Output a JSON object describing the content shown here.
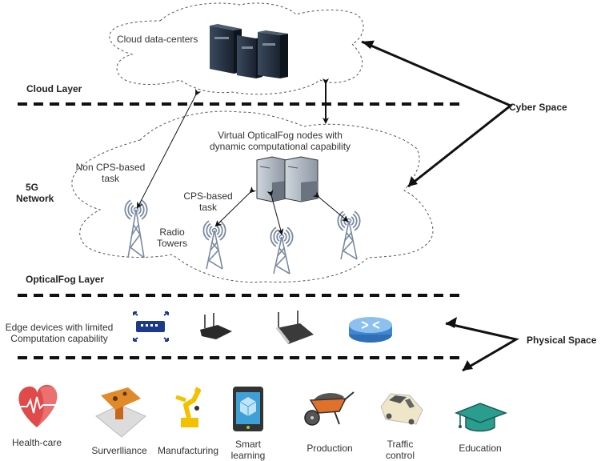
{
  "layers": {
    "cloud_layer": "Cloud Layer",
    "network_5g_line1": "5G",
    "network_5g_line2": "Network",
    "opticalfog_layer": "OpticalFog  Layer"
  },
  "spaces": {
    "cyber": "Cyber Space",
    "physical": "Physical Space"
  },
  "labels": {
    "cloud_datacenters": "Cloud data-centers",
    "virtual_nodes_line1": "Virtual OpticalFog  nodes with",
    "virtual_nodes_line2": "dynamic computational capability",
    "non_cps_line1": "Non CPS-based",
    "non_cps_line2": "task",
    "cps_line1": "CPS-based",
    "cps_line2": "task",
    "radio_line1": "Radio",
    "radio_line2": "Towers",
    "edge_line1": "Edge devices with limited",
    "edge_line2": "Computation capability"
  },
  "applications": [
    {
      "line1": "Health-care",
      "line2": "",
      "icon": "heart-pulse-icon"
    },
    {
      "line1": "Surverlliance",
      "line2": "",
      "icon": "surveillance-camera-icon"
    },
    {
      "line1": "Manufacturing",
      "line2": "",
      "icon": "robot-arm-icon"
    },
    {
      "line1": "Smart",
      "line2": "learning",
      "icon": "tablet-icon"
    },
    {
      "line1": "Production",
      "line2": "",
      "icon": "wheelbarrow-icon"
    },
    {
      "line1": "Traffic",
      "line2": "control",
      "icon": "car-icon"
    },
    {
      "line1": "Education",
      "line2": "",
      "icon": "graduation-cap-icon"
    }
  ],
  "edge_devices": [
    "network-switch-icon",
    "wireless-router-icon",
    "access-point-icon",
    "router-icon"
  ],
  "colors": {
    "line": "#111111",
    "cloud_outline": "#555555",
    "tower": "#7a8aa0",
    "switch": "#1d3a8a",
    "router_blue": "#4a90d9",
    "heart": "#e04a4a",
    "surveillance": "#e08a2a",
    "robot": "#f2c200",
    "tablet": "#3fa0d8",
    "wheelbarrow": "#e0702a",
    "car": "#efe6c8",
    "cap": "#2a9d8f"
  }
}
